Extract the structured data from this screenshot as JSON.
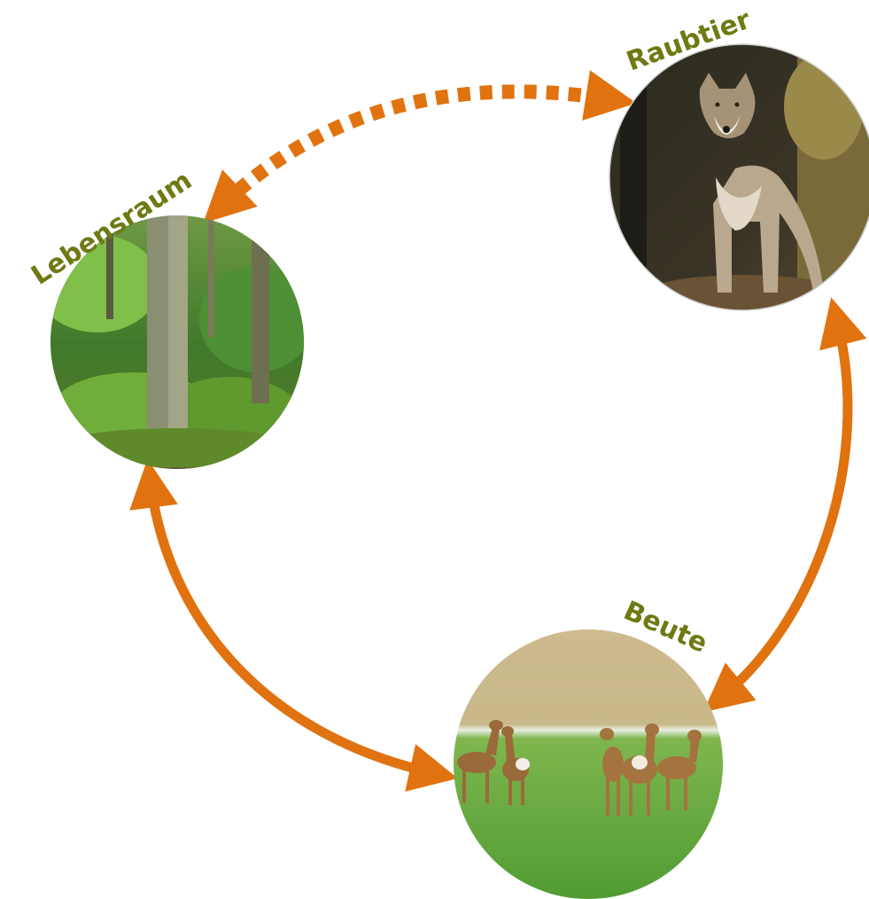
{
  "nodes": {
    "habitat": {
      "label": "Lebensraum",
      "icon": "forest-photo"
    },
    "predator": {
      "label": "Raubtier",
      "icon": "wolf-photo"
    },
    "prey": {
      "label": "Beute",
      "icon": "deer-photo"
    }
  },
  "edges": [
    {
      "from": "habitat",
      "to": "predator",
      "style": "dashed",
      "direction": "both"
    },
    {
      "from": "predator",
      "to": "prey",
      "style": "solid",
      "direction": "both"
    },
    {
      "from": "prey",
      "to": "habitat",
      "style": "solid",
      "direction": "both"
    }
  ],
  "colors": {
    "arrow": "#e07310",
    "label": "#6e7a12"
  }
}
